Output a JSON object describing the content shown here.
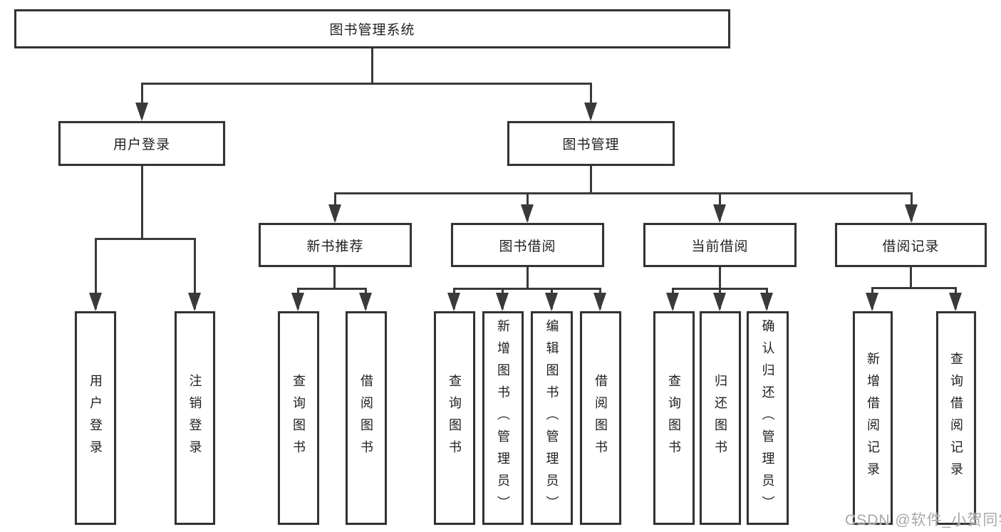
{
  "root": {
    "label": "图书管理系统"
  },
  "branches": {
    "user_login": {
      "label": "用户登录",
      "children": [
        {
          "label": "用户登录"
        },
        {
          "label": "注销登录"
        }
      ]
    },
    "book_management": {
      "label": "图书管理",
      "children": [
        {
          "label": "新书推荐",
          "children": [
            {
              "label": "查询图书"
            },
            {
              "label": "借阅图书"
            }
          ]
        },
        {
          "label": "图书借阅",
          "children": [
            {
              "label": "查询图书"
            },
            {
              "label": "新增图书（管理员）"
            },
            {
              "label": "编辑图书（管理员）"
            },
            {
              "label": "借阅图书"
            }
          ]
        },
        {
          "label": "当前借阅",
          "children": [
            {
              "label": "查询图书"
            },
            {
              "label": "归还图书"
            },
            {
              "label": "确认归还（管理员）"
            }
          ]
        },
        {
          "label": "借阅记录",
          "children": [
            {
              "label": "新增借阅记录"
            },
            {
              "label": "查询借阅记录"
            }
          ]
        }
      ]
    }
  },
  "watermark": {
    "text": "CSDN @软件_小贺同学"
  },
  "colors": {
    "line": "#3a3a3a",
    "box_border": "#333333",
    "text": "#1f1f1f",
    "watermark": "#a8a8a8",
    "background": "#ffffff"
  }
}
